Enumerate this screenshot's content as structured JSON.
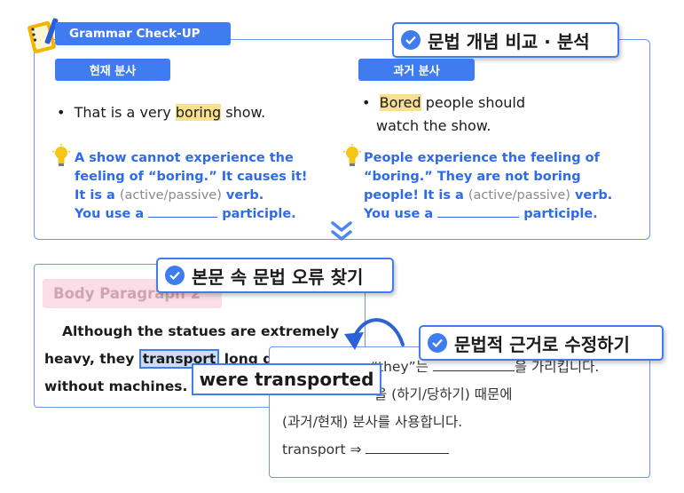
{
  "header": {
    "title": "Grammar Check-UP",
    "badge": "문법 개념 비교 · 분석"
  },
  "present": {
    "tag": "현재 분사",
    "sentence_pre": "That is a very ",
    "sentence_hl": "boring",
    "sentence_post": " show.",
    "hint1": "A show cannot experience the",
    "hint2": "feeling of “boring.” It causes it!",
    "hint3_pre": "It is a ",
    "hint3_gray": "(active/passive)",
    "hint3_post": " verb.",
    "hint4_pre": "You use a ",
    "hint4_post": " participle."
  },
  "past": {
    "tag": "과거 분사",
    "sentence_hl": "Bored",
    "sentence_post": " people should",
    "sentence_line2": "watch the show.",
    "hint1": "People experience the feeling of",
    "hint2": "“boring.” They are not boring",
    "hint3_pre": "people! It is a ",
    "hint3_gray": "(active/passive)",
    "hint3_post": " verb.",
    "hint4_pre": "You use a ",
    "hint4_post": " participle."
  },
  "find": {
    "badge": "본문 속 문법 오류 찾기",
    "body_label": "Body Paragraph 2",
    "line1": "Although the statues are extremely",
    "line2_pre": "heavy, they ",
    "line2_err": "transport",
    "line2_post": " long distances",
    "line3": "without machines.",
    "correction": "were transported"
  },
  "fix": {
    "badge": "문법적 근거로 수정하기",
    "line1_pre": "“they”는 ",
    "line1_post": "을 가리킵니다.",
    "line2": "을 (하기/당하기) 때문에",
    "line3": "(과거/현재) 분사를 사용합니다.",
    "line4": "transport ⇒ "
  },
  "colors": {
    "accent": "#3f7cf0",
    "hint": "#2f6ae8",
    "highlight": "#f9e08e"
  },
  "icons": [
    "notebook-pencil-icon",
    "check-circle-icon",
    "lightbulb-icon",
    "double-chevron-down-icon",
    "curved-arrow-icon"
  ]
}
